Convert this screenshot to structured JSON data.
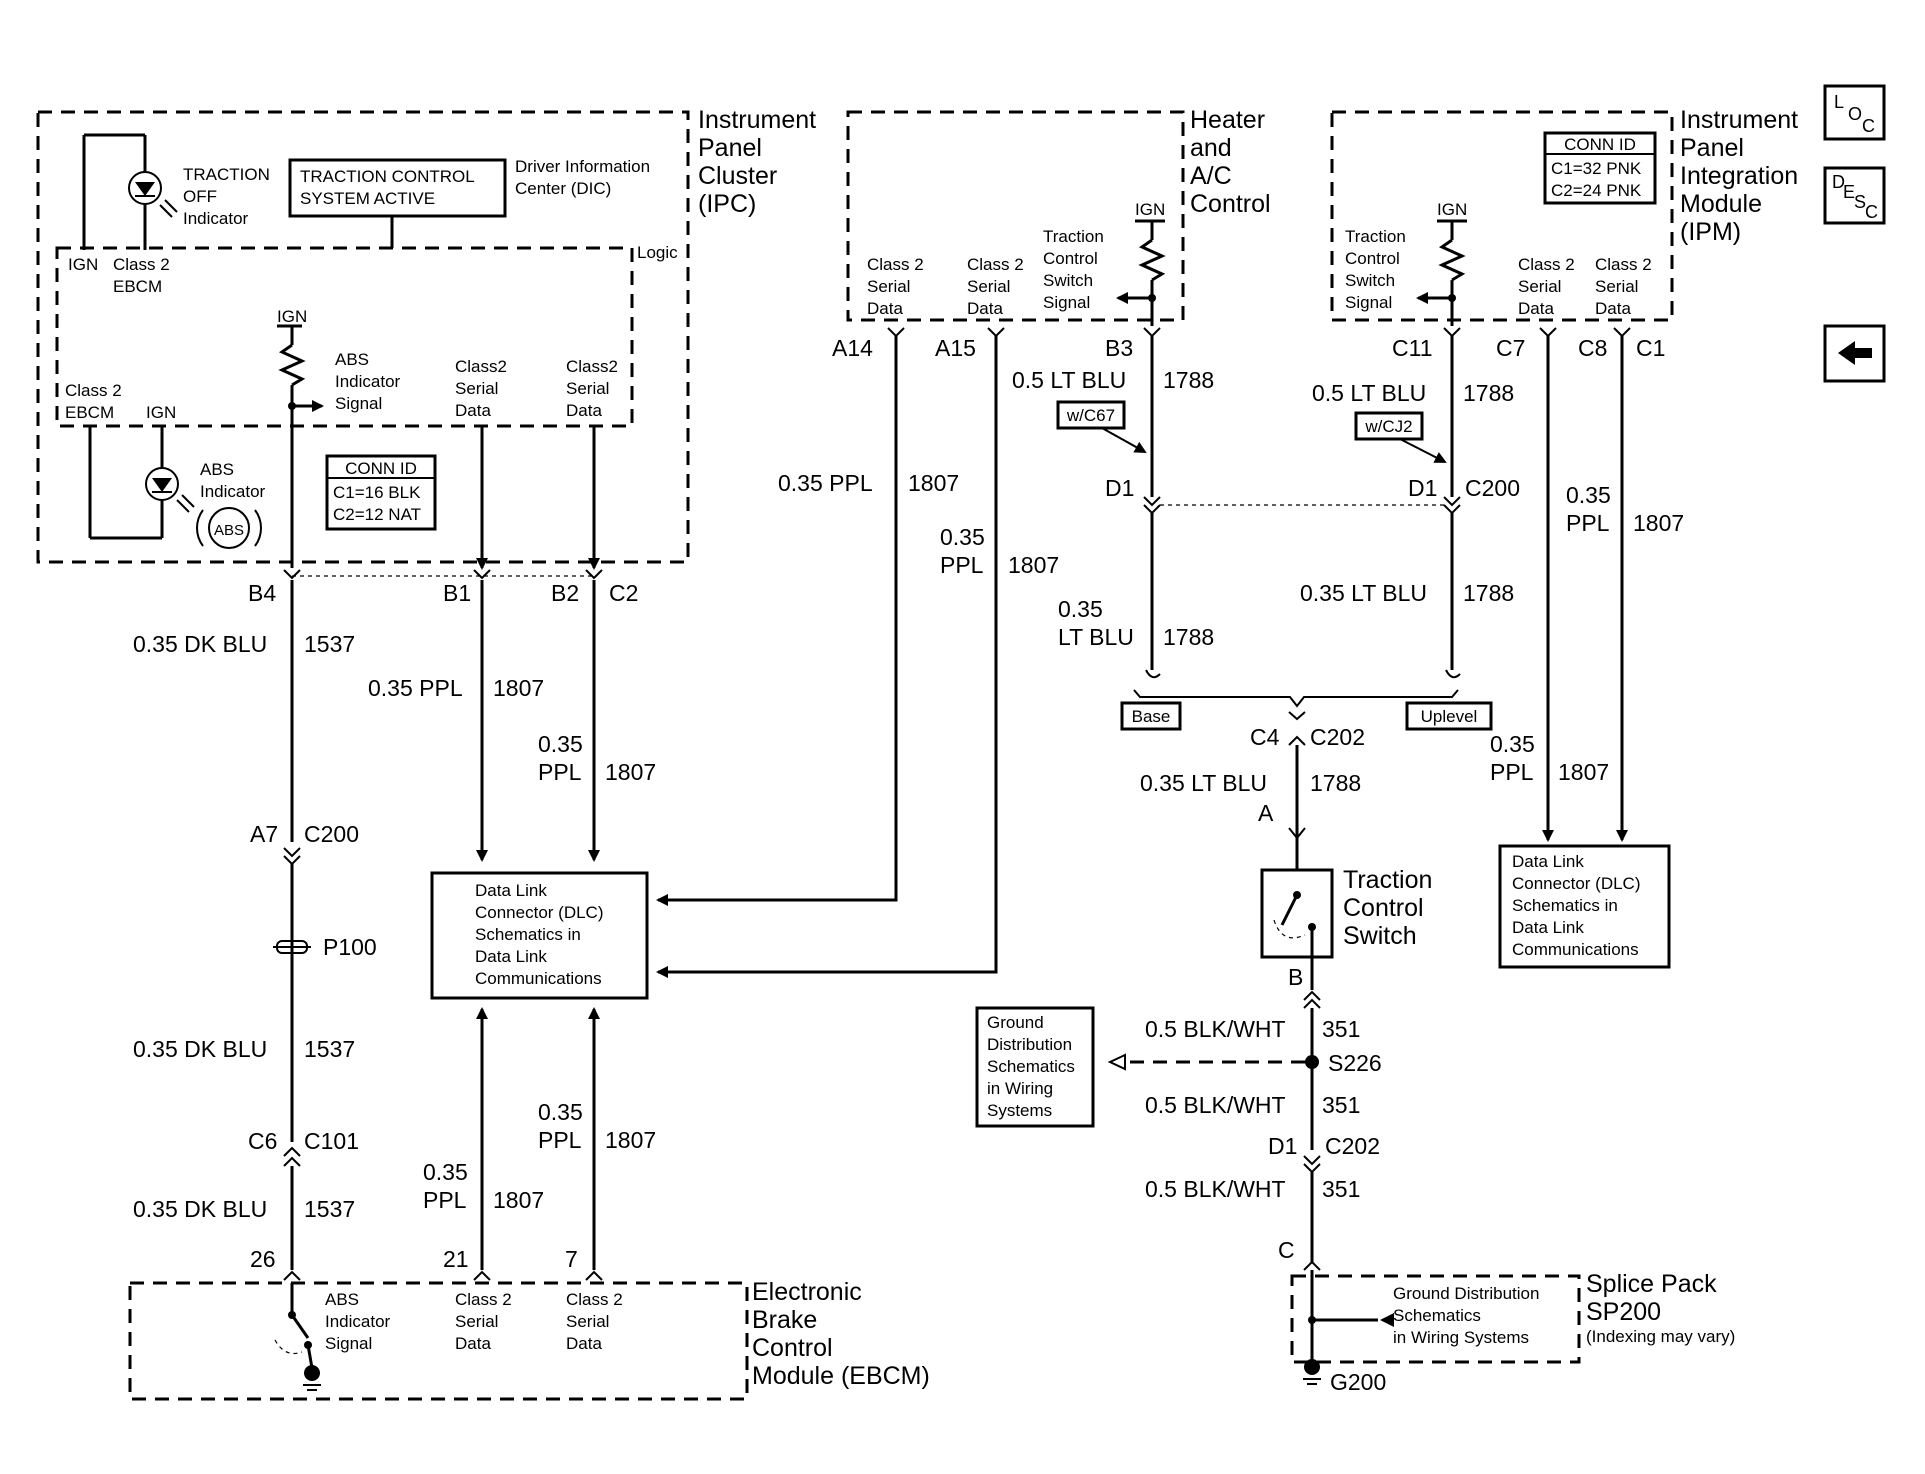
{
  "nav": {
    "loc_icon": "location-icon",
    "desc_icon": "description-icon",
    "back_icon": "back-arrow-icon",
    "loc_l": "L",
    "loc_o": "O",
    "loc_c": "C",
    "desc_d": "D",
    "desc_e": "E",
    "desc_s": "S",
    "desc_c": "C"
  },
  "ipc": {
    "title": [
      "Instrument",
      "Panel",
      "Cluster",
      "(IPC)"
    ],
    "traction_off": [
      "TRACTION",
      "OFF",
      "Indicator"
    ],
    "tcs_box": [
      "TRACTION CONTROL",
      "SYSTEM ACTIVE"
    ],
    "dic": [
      "Driver Information",
      "Center (DIC)"
    ],
    "logic": "Logic",
    "ign": "IGN",
    "class2_ebcm": [
      "Class 2",
      "EBCM"
    ],
    "abs_signal": [
      "ABS",
      "Indicator",
      "Signal"
    ],
    "class2_a": [
      "Class2",
      "Serial",
      "Data"
    ],
    "class2_b": [
      "Class2",
      "Serial",
      "Data"
    ],
    "class2_ebcm2": [
      "Class 2",
      "EBCM"
    ],
    "ign2": "IGN",
    "abs_ind": [
      "ABS",
      "Indicator"
    ],
    "abs_badge": "ABS",
    "conn_id": [
      "CONN ID",
      "C1=16 BLK",
      "C2=12 NAT"
    ]
  },
  "hvac": {
    "title": [
      "Heater",
      "and",
      "A/C",
      "Control"
    ],
    "ign": "IGN",
    "class2_a": [
      "Class 2",
      "Serial",
      "Data"
    ],
    "class2_b": [
      "Class 2",
      "Serial",
      "Data"
    ],
    "tcs_signal": [
      "Traction",
      "Control",
      "Switch",
      "Signal"
    ]
  },
  "ipm": {
    "title": [
      "Instrument",
      "Panel",
      "Integration",
      "Module",
      "(IPM)"
    ],
    "conn_id": [
      "CONN ID",
      "C1=32 PNK",
      "C2=24 PNK"
    ],
    "ign": "IGN",
    "tcs_signal": [
      "Traction",
      "Control",
      "Switch",
      "Signal"
    ],
    "class2_a": [
      "Class 2",
      "Serial",
      "Data"
    ],
    "class2_b": [
      "Class 2",
      "Serial",
      "Data"
    ]
  },
  "pins": {
    "b4": "B4",
    "b1": "B1",
    "b2": "B2",
    "c2": "C2",
    "a14": "A14",
    "a15": "A15",
    "b3": "B3",
    "c11": "C11",
    "c7": "C7",
    "c8": "C8",
    "c1": "C1",
    "a7": "A7",
    "c200a": "C200",
    "c6": "C6",
    "c101": "C101",
    "p100": "P100",
    "d1a": "D1",
    "d1b": "D1",
    "c200b": "C200",
    "c4": "C4",
    "c202a": "C202",
    "a": "A",
    "b": "B",
    "s226": "S226",
    "d1c": "D1",
    "c202b": "C202",
    "c": "C",
    "g200": "G200",
    "p26": "26",
    "p21": "21",
    "p7": "7"
  },
  "wires": {
    "w_0_35_dk_blu": "0.35 DK BLU",
    "n1537": "1537",
    "w_0_35_ppl": "0.35 PPL",
    "n1807": "1807",
    "w_0_35": "0.35",
    "w_ppl": "PPL",
    "w_0_5_lt_blu": "0.5 LT BLU",
    "n1788": "1788",
    "w_0_35_lt_blu": "0.35 LT BLU",
    "w_lt_blu": "LT BLU",
    "w_0_5_blk_wht": "0.5 BLK/WHT",
    "n351": "351",
    "opt_c67": "w/C67",
    "opt_cj2": "w/CJ2",
    "base": "Base",
    "uplevel": "Uplevel"
  },
  "dlc": [
    "Data Link",
    "Connector (DLC)",
    "Schematics in",
    "Data Link",
    "Communications"
  ],
  "tcs_switch": [
    "Traction",
    "Control",
    "Switch"
  ],
  "ground_dist": [
    "Ground",
    "Distribution",
    "Schematics",
    "in Wiring",
    "Systems"
  ],
  "splice": {
    "title": [
      "Splice Pack",
      "SP200"
    ],
    "note": "(Indexing may vary)",
    "inner": [
      "Ground Distribution",
      "Schematics",
      "in Wiring Systems"
    ]
  },
  "ebcm": {
    "title": [
      "Electronic",
      "Brake",
      "Control",
      "Module (EBCM)"
    ],
    "abs_signal": [
      "ABS",
      "Indicator",
      "Signal"
    ],
    "class2_a": [
      "Class 2",
      "Serial",
      "Data"
    ],
    "class2_b": [
      "Class 2",
      "Serial",
      "Data"
    ]
  }
}
